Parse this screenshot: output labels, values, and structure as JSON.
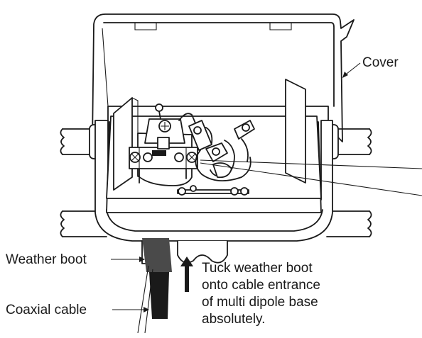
{
  "labels": {
    "cover": "Cover",
    "weather_boot": "Weather boot",
    "coaxial_cable": "Coaxial cable",
    "instruction_lines": [
      "Tuck weather boot",
      "onto cable entrance",
      "of multi dipole base",
      "absolutely."
    ]
  },
  "colors": {
    "line": "#1a1a1a",
    "background": "#ffffff",
    "cable": "#1a1a1a",
    "boot": "#4a4a4a"
  },
  "icons": [
    "up-arrow-icon",
    "screw-icon"
  ]
}
